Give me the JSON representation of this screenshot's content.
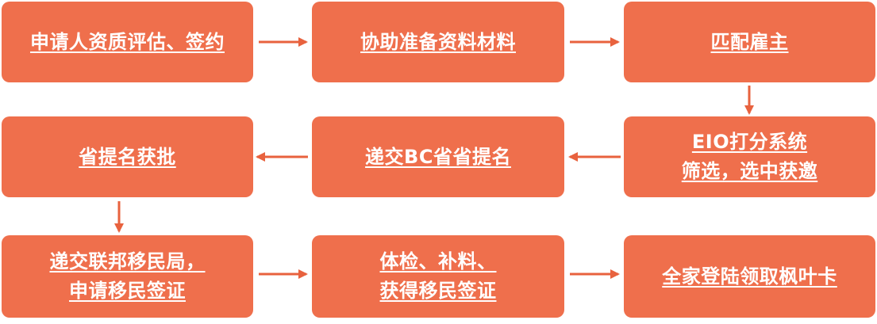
{
  "colors": {
    "box_fill": "#ef6f4c",
    "label_text": "#ffffff",
    "arrow": "#e8623e",
    "background": "#ffffff"
  },
  "steps": [
    {
      "label": "申请人资质评估、签约"
    },
    {
      "label": "协助准备资料材料"
    },
    {
      "label": "匹配雇主"
    },
    {
      "label": "EIO打分系统\n筛选，选中获邀"
    },
    {
      "label": "递交BC省省提名"
    },
    {
      "label": "省提名获批"
    },
    {
      "label": "递交联邦移民局，\n申请移民签证"
    },
    {
      "label": "体检、补料、\n获得移民签证"
    },
    {
      "label": "全家登陆领取枫叶卡"
    }
  ],
  "connections": [
    {
      "from": 0,
      "to": 1
    },
    {
      "from": 1,
      "to": 2
    },
    {
      "from": 2,
      "to": 3
    },
    {
      "from": 3,
      "to": 4
    },
    {
      "from": 4,
      "to": 5
    },
    {
      "from": 5,
      "to": 6
    },
    {
      "from": 6,
      "to": 7
    },
    {
      "from": 7,
      "to": 8
    }
  ]
}
